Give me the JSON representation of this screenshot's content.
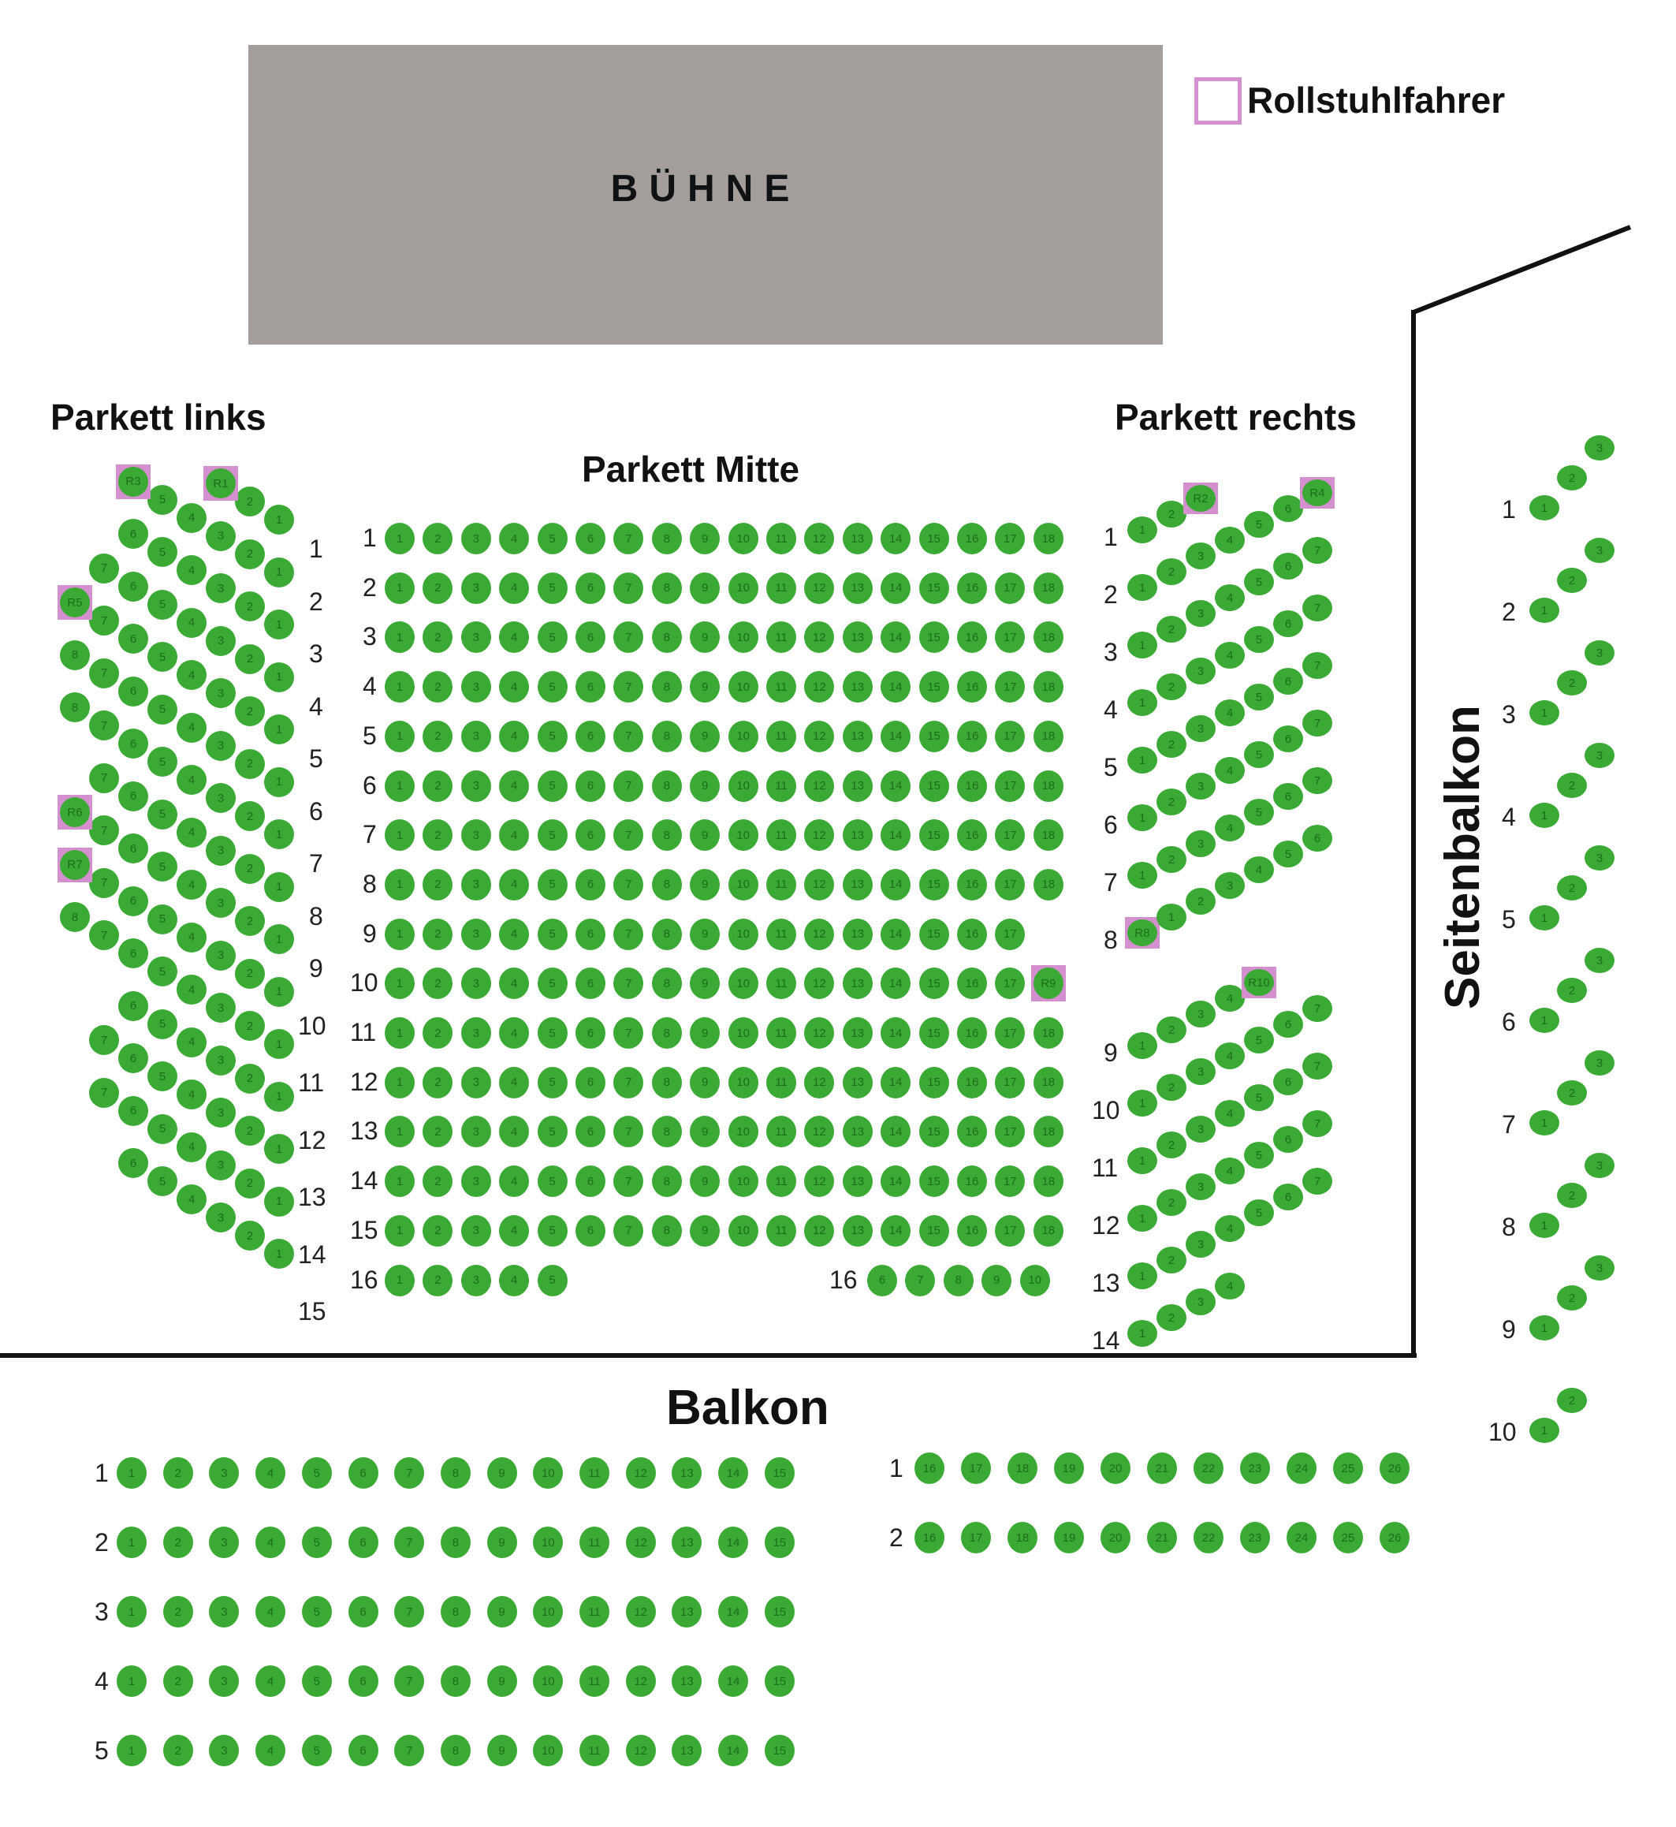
{
  "stage": {
    "label": "BÜHNE"
  },
  "legend": {
    "wheelchair_label": "Rollstuhlfahrer",
    "wheelchair_color": "#d48fcf"
  },
  "colors": {
    "seat": "#3aaa35",
    "seat_text": "#1e6b1b",
    "stage": "#a39e9b",
    "wheelchair": "#d48fcf",
    "wall": "#111111"
  },
  "sections": {
    "parkett_links": {
      "title": "Parkett links"
    },
    "parkett_mitte": {
      "title": "Parkett Mitte"
    },
    "parkett_rechts": {
      "title": "Parkett rechts"
    },
    "seitenbalkon": {
      "title": "Seitenbalkon"
    },
    "balkon": {
      "title": "Balkon"
    }
  },
  "parkett_mitte_rows": [
    {
      "row": "1",
      "seats": [
        "1",
        "2",
        "3",
        "4",
        "5",
        "6",
        "7",
        "8",
        "9",
        "10",
        "11",
        "12",
        "13",
        "14",
        "15",
        "16",
        "17",
        "18"
      ]
    },
    {
      "row": "2",
      "seats": [
        "1",
        "2",
        "3",
        "4",
        "5",
        "6",
        "7",
        "8",
        "9",
        "10",
        "11",
        "12",
        "13",
        "14",
        "15",
        "16",
        "17",
        "18"
      ]
    },
    {
      "row": "3",
      "seats": [
        "1",
        "2",
        "3",
        "4",
        "5",
        "6",
        "7",
        "8",
        "9",
        "10",
        "11",
        "12",
        "13",
        "14",
        "15",
        "16",
        "17",
        "18"
      ]
    },
    {
      "row": "4",
      "seats": [
        "1",
        "2",
        "3",
        "4",
        "5",
        "6",
        "7",
        "8",
        "9",
        "10",
        "11",
        "12",
        "13",
        "14",
        "15",
        "16",
        "17",
        "18"
      ]
    },
    {
      "row": "5",
      "seats": [
        "1",
        "2",
        "3",
        "4",
        "5",
        "6",
        "7",
        "8",
        "9",
        "10",
        "11",
        "12",
        "13",
        "14",
        "15",
        "16",
        "17",
        "18"
      ]
    },
    {
      "row": "6",
      "seats": [
        "1",
        "2",
        "3",
        "4",
        "5",
        "6",
        "7",
        "8",
        "9",
        "10",
        "11",
        "12",
        "13",
        "14",
        "15",
        "16",
        "17",
        "18"
      ]
    },
    {
      "row": "7",
      "seats": [
        "1",
        "2",
        "3",
        "4",
        "5",
        "6",
        "7",
        "8",
        "9",
        "10",
        "11",
        "12",
        "13",
        "14",
        "15",
        "16",
        "17",
        "18"
      ]
    },
    {
      "row": "8",
      "seats": [
        "1",
        "2",
        "3",
        "4",
        "5",
        "6",
        "7",
        "8",
        "9",
        "10",
        "11",
        "12",
        "13",
        "14",
        "15",
        "16",
        "17",
        "18"
      ]
    },
    {
      "row": "9",
      "seats": [
        "1",
        "2",
        "3",
        "4",
        "5",
        "6",
        "7",
        "8",
        "9",
        "10",
        "11",
        "12",
        "13",
        "14",
        "15",
        "16",
        "17"
      ]
    },
    {
      "row": "10",
      "seats": [
        "1",
        "2",
        "3",
        "4",
        "5",
        "6",
        "7",
        "8",
        "9",
        "10",
        "11",
        "12",
        "13",
        "14",
        "15",
        "16",
        "17",
        "R9"
      ]
    },
    {
      "row": "11",
      "seats": [
        "1",
        "2",
        "3",
        "4",
        "5",
        "6",
        "7",
        "8",
        "9",
        "10",
        "11",
        "12",
        "13",
        "14",
        "15",
        "16",
        "17",
        "18"
      ]
    },
    {
      "row": "12",
      "seats": [
        "1",
        "2",
        "3",
        "4",
        "5",
        "6",
        "7",
        "8",
        "9",
        "10",
        "11",
        "12",
        "13",
        "14",
        "15",
        "16",
        "17",
        "18"
      ]
    },
    {
      "row": "13",
      "seats": [
        "1",
        "2",
        "3",
        "4",
        "5",
        "6",
        "7",
        "8",
        "9",
        "10",
        "11",
        "12",
        "13",
        "14",
        "15",
        "16",
        "17",
        "18"
      ]
    },
    {
      "row": "14",
      "seats": [
        "1",
        "2",
        "3",
        "4",
        "5",
        "6",
        "7",
        "8",
        "9",
        "10",
        "11",
        "12",
        "13",
        "14",
        "15",
        "16",
        "17",
        "18"
      ]
    },
    {
      "row": "15",
      "seats": [
        "1",
        "2",
        "3",
        "4",
        "5",
        "6",
        "7",
        "8",
        "9",
        "10",
        "11",
        "12",
        "13",
        "14",
        "15",
        "16",
        "17",
        "18"
      ]
    },
    {
      "row": "16",
      "seats": [
        "1",
        "2",
        "3",
        "4",
        "5"
      ],
      "seats_right": [
        "6",
        "7",
        "8",
        "9",
        "10"
      ]
    }
  ],
  "parkett_links_rows": [
    {
      "row": "1",
      "seats": [
        "1",
        "2",
        "R1"
      ]
    },
    {
      "row": "2",
      "seats": [
        "1",
        "2",
        "3",
        "4",
        "5",
        "R3"
      ]
    },
    {
      "row": "3",
      "seats": [
        "1",
        "2",
        "3",
        "4",
        "5",
        "6"
      ]
    },
    {
      "row": "4",
      "seats": [
        "1",
        "2",
        "3",
        "4",
        "5",
        "6",
        "7"
      ]
    },
    {
      "row": "5",
      "seats": [
        "1",
        "2",
        "3",
        "4",
        "5",
        "6",
        "7",
        "R5"
      ]
    },
    {
      "row": "6",
      "seats": [
        "1",
        "2",
        "3",
        "4",
        "5",
        "6",
        "7",
        "8"
      ]
    },
    {
      "row": "7",
      "seats": [
        "1",
        "2",
        "3",
        "4",
        "5",
        "6",
        "7",
        "8"
      ]
    },
    {
      "row": "8",
      "seats": [
        "1",
        "2",
        "3",
        "4",
        "5",
        "6",
        "7"
      ]
    },
    {
      "row": "9",
      "seats": [
        "1",
        "2",
        "3",
        "4",
        "5",
        "6",
        "7",
        "R6"
      ]
    },
    {
      "row": "10",
      "seats": [
        "1",
        "2",
        "3",
        "4",
        "5",
        "6",
        "7",
        "R7"
      ]
    },
    {
      "row": "11",
      "seats": [
        "1",
        "2",
        "3",
        "4",
        "5",
        "6",
        "7",
        "8"
      ]
    },
    {
      "row": "12",
      "seats": [
        "1",
        "2",
        "3",
        "4",
        "5",
        "6"
      ]
    },
    {
      "row": "13",
      "seats": [
        "1",
        "2",
        "3",
        "4",
        "5",
        "6",
        "7"
      ]
    },
    {
      "row": "14",
      "seats": [
        "1",
        "2",
        "3",
        "4",
        "5",
        "6",
        "7"
      ]
    },
    {
      "row": "15",
      "seats": [
        "1",
        "2",
        "3",
        "4",
        "5",
        "6"
      ]
    }
  ],
  "parkett_rechts_rows": [
    {
      "row": "1",
      "seats": [
        "1",
        "2",
        "R2"
      ]
    },
    {
      "row": "2",
      "seats": [
        "1",
        "2",
        "3",
        "4",
        "5",
        "6",
        "R4"
      ]
    },
    {
      "row": "3",
      "seats": [
        "1",
        "2",
        "3",
        "4",
        "5",
        "6",
        "7"
      ]
    },
    {
      "row": "4",
      "seats": [
        "1",
        "2",
        "3",
        "4",
        "5",
        "6",
        "7"
      ]
    },
    {
      "row": "5",
      "seats": [
        "1",
        "2",
        "3",
        "4",
        "5",
        "6",
        "7"
      ]
    },
    {
      "row": "6",
      "seats": [
        "1",
        "2",
        "3",
        "4",
        "5",
        "6",
        "7"
      ]
    },
    {
      "row": "7",
      "seats": [
        "1",
        "2",
        "3",
        "4",
        "5",
        "6",
        "7"
      ]
    },
    {
      "row": "8",
      "seats": [
        "R8",
        "1",
        "2",
        "3",
        "4",
        "5",
        "6"
      ]
    },
    {
      "row": "9",
      "seats": [
        "1",
        "2",
        "3",
        "4",
        "R10"
      ]
    },
    {
      "row": "10",
      "seats": [
        "1",
        "2",
        "3",
        "4",
        "5",
        "6",
        "7"
      ]
    },
    {
      "row": "11",
      "seats": [
        "1",
        "2",
        "3",
        "4",
        "5",
        "6",
        "7"
      ]
    },
    {
      "row": "12",
      "seats": [
        "1",
        "2",
        "3",
        "4",
        "5",
        "6",
        "7"
      ]
    },
    {
      "row": "13",
      "seats": [
        "1",
        "2",
        "3",
        "4",
        "5",
        "6",
        "7"
      ]
    },
    {
      "row": "14",
      "seats": [
        "1",
        "2",
        "3",
        "4"
      ]
    }
  ],
  "seitenbalkon_rows": [
    {
      "row": "1",
      "seats": [
        "1",
        "2",
        "3"
      ]
    },
    {
      "row": "2",
      "seats": [
        "1",
        "2",
        "3"
      ]
    },
    {
      "row": "3",
      "seats": [
        "1",
        "2",
        "3"
      ]
    },
    {
      "row": "4",
      "seats": [
        "1",
        "2",
        "3"
      ]
    },
    {
      "row": "5",
      "seats": [
        "1",
        "2",
        "3"
      ]
    },
    {
      "row": "6",
      "seats": [
        "1",
        "2",
        "3"
      ]
    },
    {
      "row": "7",
      "seats": [
        "1",
        "2",
        "3"
      ]
    },
    {
      "row": "8",
      "seats": [
        "1",
        "2",
        "3"
      ]
    },
    {
      "row": "9",
      "seats": [
        "1",
        "2",
        "3"
      ]
    },
    {
      "row": "10",
      "seats": [
        "1",
        "2"
      ]
    }
  ],
  "balkon_left_rows": [
    {
      "row": "1",
      "seats": [
        "1",
        "2",
        "3",
        "4",
        "5",
        "6",
        "7",
        "8",
        "9",
        "10",
        "11",
        "12",
        "13",
        "14",
        "15"
      ]
    },
    {
      "row": "2",
      "seats": [
        "1",
        "2",
        "3",
        "4",
        "5",
        "6",
        "7",
        "8",
        "9",
        "10",
        "11",
        "12",
        "13",
        "14",
        "15"
      ]
    },
    {
      "row": "3",
      "seats": [
        "1",
        "2",
        "3",
        "4",
        "5",
        "6",
        "7",
        "8",
        "9",
        "10",
        "11",
        "12",
        "13",
        "14",
        "15"
      ]
    },
    {
      "row": "4",
      "seats": [
        "1",
        "2",
        "3",
        "4",
        "5",
        "6",
        "7",
        "8",
        "9",
        "10",
        "11",
        "12",
        "13",
        "14",
        "15"
      ]
    },
    {
      "row": "5",
      "seats": [
        "1",
        "2",
        "3",
        "4",
        "5",
        "6",
        "7",
        "8",
        "9",
        "10",
        "11",
        "12",
        "13",
        "14",
        "15"
      ]
    }
  ],
  "balkon_right_rows": [
    {
      "row": "1",
      "seats": [
        "16",
        "17",
        "18",
        "19",
        "20",
        "21",
        "22",
        "23",
        "24",
        "25",
        "26"
      ]
    },
    {
      "row": "2",
      "seats": [
        "16",
        "17",
        "18",
        "19",
        "20",
        "21",
        "22",
        "23",
        "24",
        "25",
        "26"
      ]
    }
  ]
}
